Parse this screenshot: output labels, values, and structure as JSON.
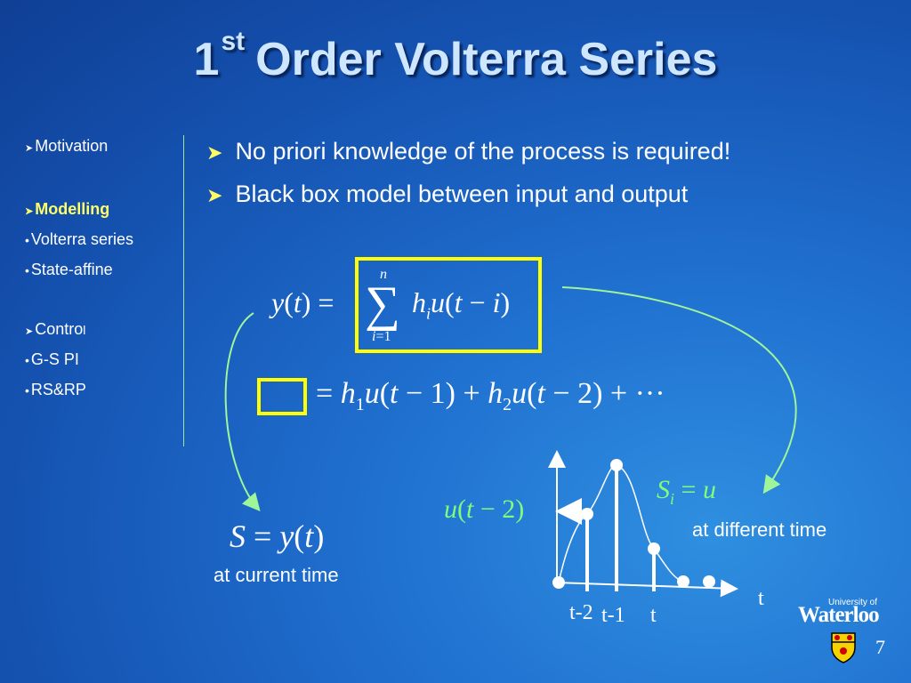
{
  "slide": {
    "title_main": "1",
    "title_sup": "st",
    "title_rest": "Order Volterra Series",
    "page_number": "7"
  },
  "sidebar": {
    "items": [
      {
        "label": "Motivation"
      },
      {
        "label": "Modelling"
      },
      {
        "label": "Volterra series"
      },
      {
        "label": "State-affine"
      },
      {
        "label": "Contro"
      },
      {
        "label": "l"
      },
      {
        "label": "G-S PI"
      },
      {
        "label": "RS&RP"
      }
    ]
  },
  "bullets": [
    "No priori knowledge of the process is required!",
    "Black box model between input and output"
  ],
  "equations": {
    "main": "y(t) = ∑ hᵢu(t − i)",
    "expansion": "= h₁u(t − 1) + h₂u(t − 2) + ···",
    "state": "S = y(t)",
    "state_input": "Sᵢ = u",
    "input_label": "u(t − 2)"
  },
  "captions": {
    "current": "at current time",
    "different": "at different time"
  },
  "plot_labels": {
    "axis": "t",
    "tick_t2": "t-2",
    "tick_t1": "t-1",
    "tick_t": "t"
  },
  "logo": {
    "small": "University of",
    "big": "Waterloo"
  },
  "colors": {
    "accent_yellow": "#ffff00",
    "arrow_green": "#9ff59a",
    "math_green": "#7dfc7d"
  }
}
